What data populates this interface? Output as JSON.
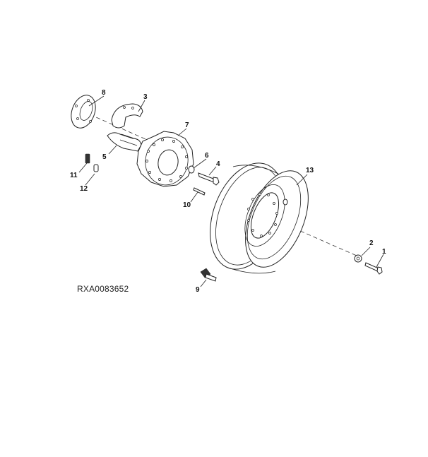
{
  "figure": {
    "id_label": "RXA0083652",
    "background": "#ffffff",
    "line_color": "#222222"
  },
  "callouts": [
    {
      "number": "1",
      "part": "cap-screw"
    },
    {
      "number": "2",
      "part": "washer"
    },
    {
      "number": "3",
      "part": "upper-weight-half"
    },
    {
      "number": "4",
      "part": "bolt"
    },
    {
      "number": "5",
      "part": "lower-weight-half"
    },
    {
      "number": "6",
      "part": "washer"
    },
    {
      "number": "7",
      "part": "hub-weight"
    },
    {
      "number": "8",
      "part": "retaining-plate"
    },
    {
      "number": "9",
      "part": "valve-stem"
    },
    {
      "number": "10",
      "part": "pin"
    },
    {
      "number": "11",
      "part": "spring"
    },
    {
      "number": "12",
      "part": "spacer"
    },
    {
      "number": "13",
      "part": "wheel-rim"
    }
  ]
}
